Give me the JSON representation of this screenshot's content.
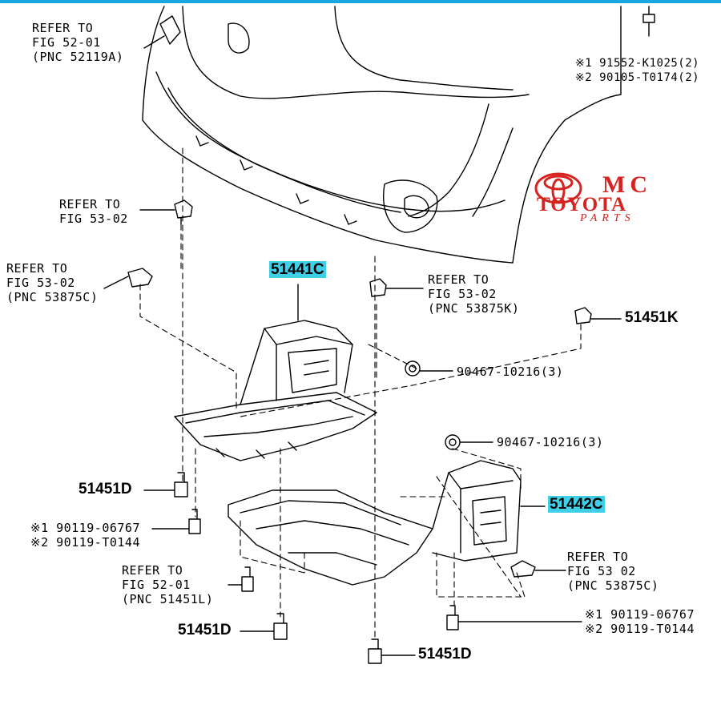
{
  "labels": {
    "refer_52_01_top": [
      "REFER TO",
      "FIG 52-01",
      "(PNC 52119A)"
    ],
    "refer_53_02_a": [
      "REFER TO",
      "FIG 53-02"
    ],
    "refer_53_02_b": [
      "REFER TO",
      "FIG 53-02",
      "(PNC 53875C)"
    ],
    "refer_53_02_c": [
      "REFER TO",
      "FIG 53-02",
      "(PNC 53875K)"
    ],
    "refer_53_02_d": [
      "REFER TO",
      "FIG 53 02",
      "(PNC 53875C)"
    ],
    "refer_52_01_bottom": [
      "REFER TO",
      "FIG 52-01",
      "(PNC 51451L)"
    ],
    "top_right_parts": [
      "※1 91552-K1025(2)",
      "※2 90105-T0174(2)"
    ],
    "part_51441c": "51441C",
    "part_51442c": "51442C",
    "part_51451k": "51451K",
    "part_90467_a": "90467-10216(3)",
    "part_90467_b": "90467-10216(3)",
    "part_51451d_a": "51451D",
    "part_51451d_b": "51451D",
    "part_51451d_c": "51451D",
    "left_bolts": [
      "※1 90119-06767",
      "※2 90119-T0144"
    ],
    "right_bolts": [
      "※1 90119-06767",
      "※2 90119-T0144"
    ]
  },
  "logo": {
    "line1": "MC",
    "line2": "TOYOTA",
    "line3": "PARTS",
    "color": "#d6231f"
  },
  "colors": {
    "highlight": "#3fd0e8",
    "top_bar": "#1aa7e0"
  }
}
